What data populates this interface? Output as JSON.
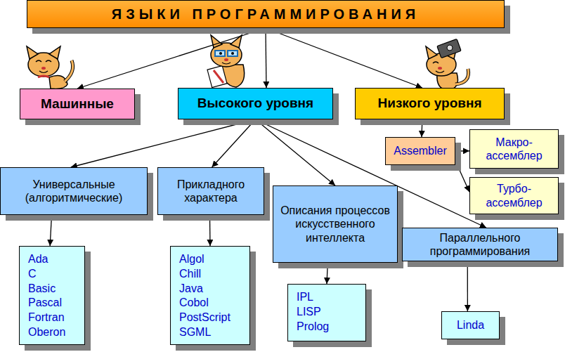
{
  "diagram": {
    "nodes": [
      {
        "text": [
          "ЯЗЫКИ ПРОГРАММИРОВАНИЯ"
        ]
      },
      {
        "text": [
          "Машинные"
        ]
      },
      {
        "text": [
          "Высокого уровня"
        ]
      },
      {
        "text": [
          "Низкого уровня"
        ]
      },
      {
        "text": [
          "Универсальные (алгоритмические)"
        ]
      },
      {
        "text": [
          "Прикладного характера"
        ]
      },
      {
        "text": [
          "Описания процессов искусственного интеллекта"
        ]
      },
      {
        "text": [
          "Параллельного программирования"
        ]
      },
      {
        "text": [
          "Assembler"
        ]
      },
      {
        "text": [
          "Макро- ассемблер"
        ]
      },
      {
        "text": [
          "Турбо- ассемблер"
        ]
      },
      {
        "text": [
          "Ada",
          "C",
          "Basic",
          "Pascal",
          "Fortran",
          "Oberon"
        ]
      },
      {
        "text": [
          "Algol",
          "Chill",
          "Java",
          "Cobol",
          "PostScript",
          "SGML"
        ]
      },
      {
        "text": [
          "IPL",
          "LISP",
          "Prolog"
        ]
      },
      {
        "text": [
          "Linda"
        ]
      }
    ],
    "edges": [
      {
        "from": 0,
        "to": 1,
        "arrow": "to"
      },
      {
        "from": 0,
        "to": 2,
        "arrow": "to"
      },
      {
        "from": 0,
        "to": 3,
        "arrow": "to"
      },
      {
        "from": 2,
        "to": 4,
        "arrow": "to"
      },
      {
        "from": 2,
        "to": 5,
        "arrow": "to"
      },
      {
        "from": 2,
        "to": 6,
        "arrow": "to"
      },
      {
        "from": 2,
        "to": 7,
        "arrow": "to"
      },
      {
        "from": 3,
        "to": 8,
        "arrow": "to"
      },
      {
        "from": 8,
        "to": 9,
        "arrow": "to"
      },
      {
        "from": 8,
        "to": 10,
        "arrow": "to"
      },
      {
        "from": 4,
        "to": 11,
        "arrow": "to"
      },
      {
        "from": 5,
        "to": 12,
        "arrow": "to"
      },
      {
        "from": 6,
        "to": 13,
        "arrow": "to"
      },
      {
        "from": 7,
        "to": 14,
        "arrow": "to"
      }
    ]
  }
}
